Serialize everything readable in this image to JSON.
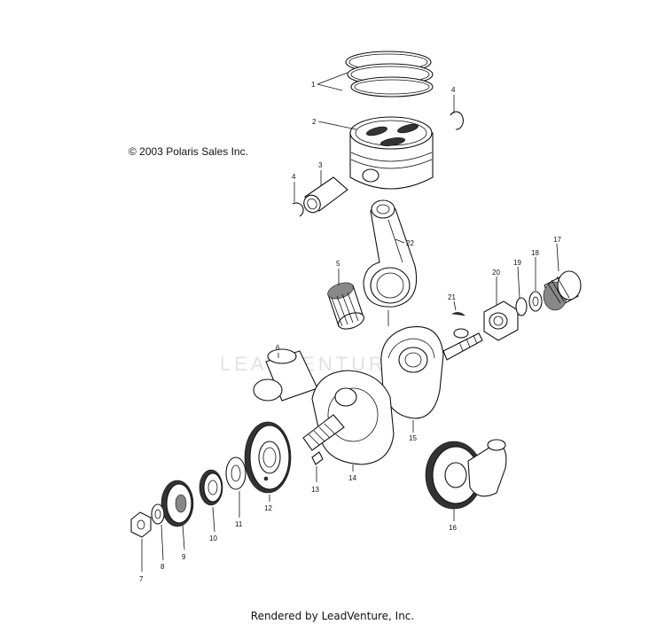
{
  "copyright": "© 2003 Polaris Sales Inc.",
  "footer": "Rendered by LeadVenture, Inc.",
  "watermark": "LEADVENTURE",
  "callouts": [
    "1",
    "2",
    "3",
    "4",
    "4",
    "5",
    "6",
    "7",
    "8",
    "9",
    "10",
    "11",
    "12",
    "13",
    "14",
    "15",
    "16",
    "17",
    "18",
    "19",
    "20",
    "21",
    "22"
  ]
}
